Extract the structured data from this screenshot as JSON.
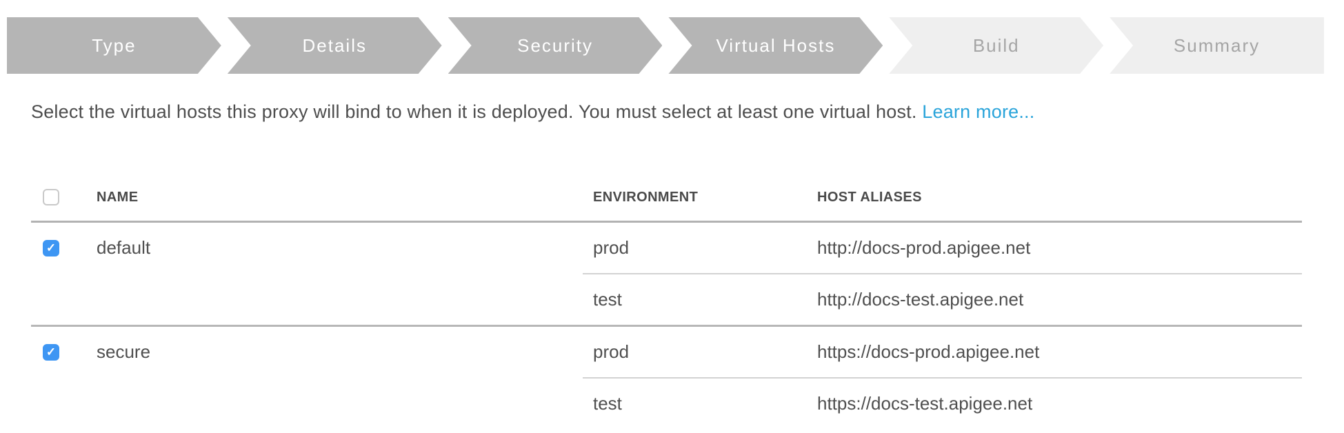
{
  "stepper": {
    "steps": [
      {
        "label": "Type",
        "state": "active"
      },
      {
        "label": "Details",
        "state": "active"
      },
      {
        "label": "Security",
        "state": "active"
      },
      {
        "label": "Virtual Hosts",
        "state": "active"
      },
      {
        "label": "Build",
        "state": "inactive"
      },
      {
        "label": "Summary",
        "state": "inactive"
      }
    ]
  },
  "description": {
    "text": "Select the virtual hosts this proxy will bind to when it is deployed. You must select at least one virtual host.",
    "link_label": "Learn more..."
  },
  "table": {
    "columns": {
      "name": "NAME",
      "environment": "ENVIRONMENT",
      "host_aliases": "HOST ALIASES"
    },
    "header_checkbox_checked": false,
    "rows": [
      {
        "name": "default",
        "checked": true,
        "environments": [
          {
            "environment": "prod",
            "host_alias": "http://docs-prod.apigee.net"
          },
          {
            "environment": "test",
            "host_alias": "http://docs-test.apigee.net"
          }
        ]
      },
      {
        "name": "secure",
        "checked": true,
        "environments": [
          {
            "environment": "prod",
            "host_alias": "https://docs-prod.apigee.net"
          },
          {
            "environment": "test",
            "host_alias": "https://docs-test.apigee.net"
          }
        ]
      }
    ]
  },
  "icons": {
    "checkmark": "✓"
  },
  "colors": {
    "step_active_bg": "#b5b5b5",
    "step_active_text": "#ffffff",
    "step_inactive_bg": "#efefef",
    "step_inactive_text": "#a5a5a5",
    "link": "#2aa4da",
    "checkbox_checked": "#3e96f3",
    "body_text": "#4f4f4f",
    "divider_strong": "#b2b2b2",
    "divider_light": "#d2d2d2"
  }
}
